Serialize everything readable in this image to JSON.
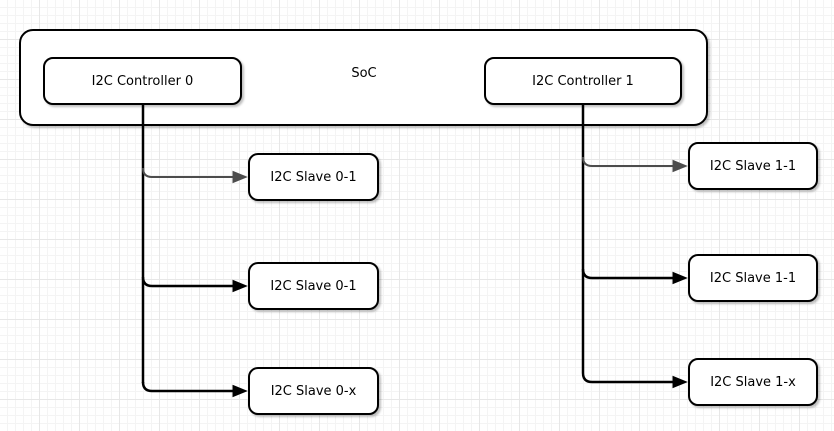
{
  "diagram": {
    "container": {
      "label": "SoC"
    },
    "controllers": [
      {
        "label": "I2C Controller 0"
      },
      {
        "label": "I2C Controller 1"
      }
    ],
    "slaves_left": [
      {
        "label": "I2C Slave 0-1"
      },
      {
        "label": "I2C Slave 0-1"
      },
      {
        "label": "I2C Slave 0-x"
      }
    ],
    "slaves_right": [
      {
        "label": "I2C Slave 1-1"
      },
      {
        "label": "I2C Slave 1-1"
      },
      {
        "label": "I2C Slave 1-x"
      }
    ],
    "edges": [
      {
        "from": "I2C Controller 0",
        "to": "I2C Slave 0-1 (top)",
        "color": "#4d4d4d"
      },
      {
        "from": "I2C Controller 0",
        "to": "I2C Slave 0-1 (middle)",
        "color": "#000000"
      },
      {
        "from": "I2C Controller 0",
        "to": "I2C Slave 0-x",
        "color": "#000000"
      },
      {
        "from": "I2C Controller 1",
        "to": "I2C Slave 1-1 (top)",
        "color": "#4d4d4d"
      },
      {
        "from": "I2C Controller 1",
        "to": "I2C Slave 1-1 (middle)",
        "color": "#000000"
      },
      {
        "from": "I2C Controller 1",
        "to": "I2C Slave 1-x",
        "color": "#000000"
      }
    ]
  },
  "colors": {
    "node_fill": "#ffffff",
    "node_border": "#000000",
    "edge_default": "#000000",
    "edge_first": "#4d4d4d",
    "grid_major": "#e7e7e7",
    "grid_minor": "#f4f4f4",
    "canvas_bg": "#ffffff"
  }
}
